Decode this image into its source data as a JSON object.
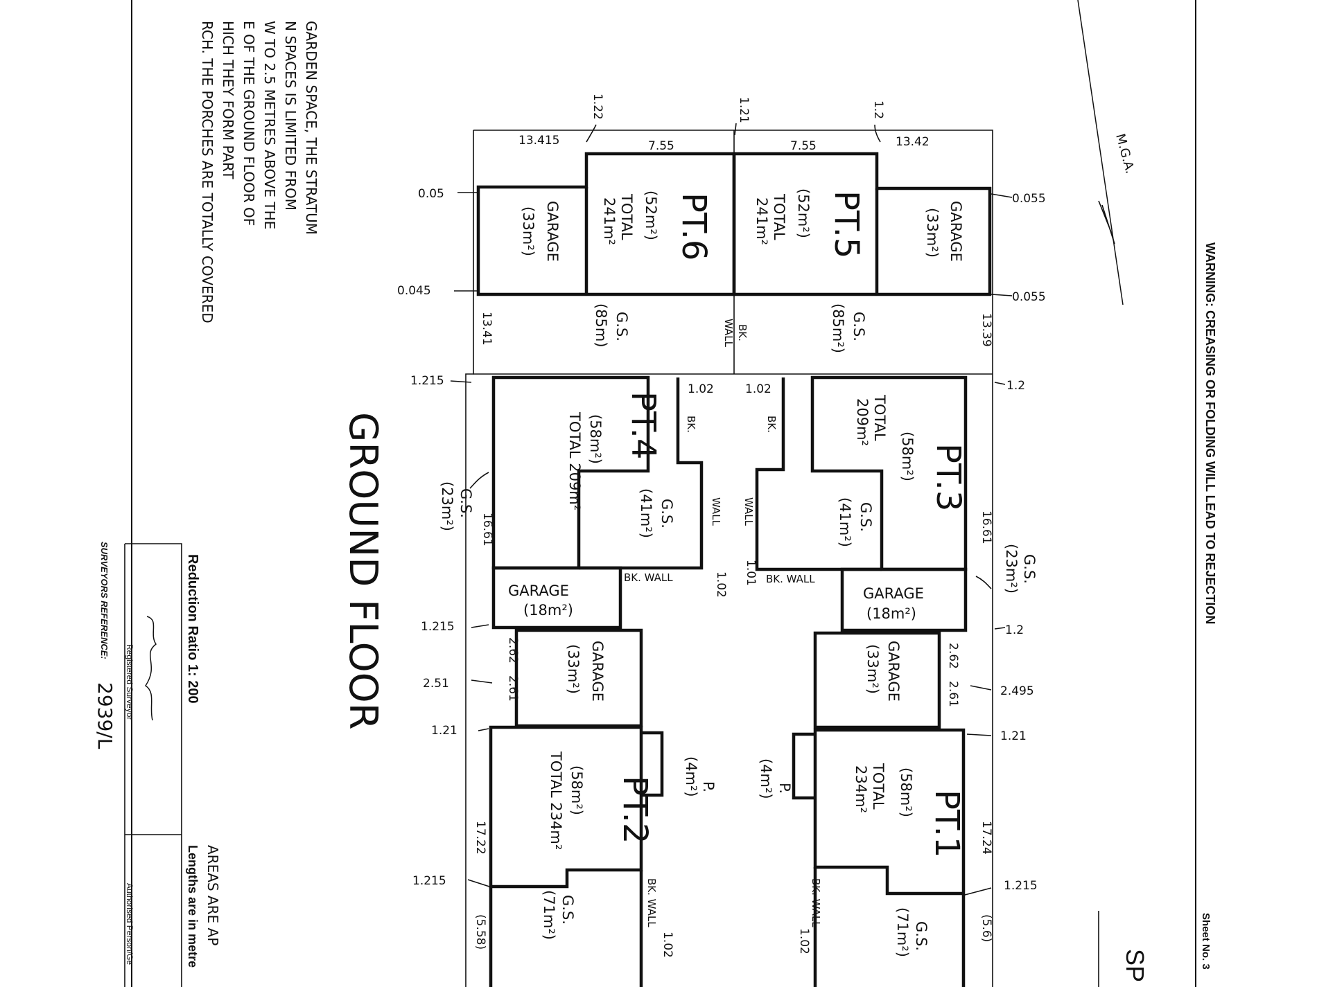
{
  "warning": "WARNING: CREASING OR FOLDING WILL LEAD TO REJECTION",
  "sheet_no": "Sheet No. 3",
  "plan_prefix": "SP",
  "orientation": "M.G.A.",
  "title": "GROUND FLOOR",
  "notes": [
    "GARDEN SPACE, THE STRATUM",
    "N SPACES IS LIMITED FROM",
    "W TO 2.5 METRES ABOVE THE",
    "E OF THE GROUND FLOOR OF",
    "HICH THEY FORM PART",
    "RCH. THE PORCHES ARE TOTALLY COVERED"
  ],
  "reduction_ratio": "Reduction Ratio 1: 200",
  "registered_surveyor": "Registered Surveyor",
  "surveyors_reference_label": "SURVEYORS REFERENCE:",
  "surveyors_reference": "2939/L",
  "areas_note": "AREAS ARE AP",
  "lengths_note": "Lengths are in metre",
  "authorised_person": "Authorised Person/Ge",
  "lots": {
    "pt1": {
      "name": "PT.1",
      "area": "(58m²)",
      "total": "TOTAL",
      "total_area": "234m²",
      "gs": "G.S.",
      "gs_area": "(71m²)",
      "porch": "P.",
      "porch_area": "(4m²)"
    },
    "pt2": {
      "name": "PT.2",
      "area": "(58m²)",
      "total": "TOTAL 234m²",
      "gs": "G.S.",
      "gs_area": "(71m²)",
      "porch": "P.",
      "porch_area": "(4m²)"
    },
    "pt3": {
      "name": "PT.3",
      "area": "(58m²)",
      "total": "TOTAL",
      "total_area": "209m²",
      "gs": "G.S.",
      "gs_area": "(41m²)",
      "gs2": "G.S.",
      "gs2_area": "(23m²)",
      "garage": "GARAGE",
      "garage_area": "(18m²)"
    },
    "pt4": {
      "name": "PT.4",
      "area": "(58m²)",
      "total": "TOTAL 209m²",
      "gs": "G.S.",
      "gs_area": "(41m²)",
      "gs2": "G.S.",
      "gs2_area": "(23m²)",
      "garage": "GARAGE",
      "garage_area": "(18m²)"
    },
    "pt5": {
      "name": "PT.5",
      "area": "(52m²)",
      "total": "TOTAL",
      "total_area": "241m²",
      "gs": "G.S.",
      "gs_area": "(85m²)",
      "garage": "GARAGE",
      "garage_area": "(33m²)"
    },
    "pt6": {
      "name": "PT.6",
      "area": "(52m²)",
      "total": "TOTAL",
      "total_area": "241m²",
      "gs": "G.S.",
      "gs_area": "(85m)",
      "garage": "GARAGE",
      "garage_area": "(33m²)"
    }
  },
  "garages_lower": {
    "left": {
      "label": "GARAGE",
      "area": "(33m²)"
    },
    "right": {
      "label": "GARAGE",
      "area": "(33m²)"
    }
  },
  "walls": {
    "bk_wall": "BK. WALL",
    "bk": "BK.",
    "wall": "WALL"
  },
  "dimensions": {
    "top_13415": "13.415",
    "top_755a": "7.55",
    "top_755b": "7.55",
    "top_1342": "13.42",
    "top_122": "1.22",
    "top_121": "1.21",
    "top_12": "1.2",
    "d_005": "0.05",
    "d_0045": "0.045",
    "d_0055a": "0.055",
    "d_0055b": "0.055",
    "d_1341": "13.41",
    "d_1339": "13.39",
    "d_1215a": "1.215",
    "d_12a": "1.2",
    "d_102a": "1.02",
    "d_102b": "1.02",
    "d_1661a": "16.61",
    "d_1661b": "16.61",
    "d_102c": "1.02",
    "d_101": "1.01",
    "d_1215b": "1.215",
    "d_12b": "1.2",
    "d_262a": "2.62",
    "d_261a": "2.61",
    "d_262b": "2.62",
    "d_261b": "2.61",
    "d_251": "2.51",
    "d_2495": "2.495",
    "d_121a": "1.21",
    "d_121b": "1.21",
    "d_1722": "17.22",
    "d_1724": "17.24",
    "d_1215c": "1.215",
    "d_1215d": "1.215",
    "d_558": "(5.58)",
    "d_56": "(5.6)",
    "d_102d": "1.02",
    "d_102e": "1.02"
  }
}
